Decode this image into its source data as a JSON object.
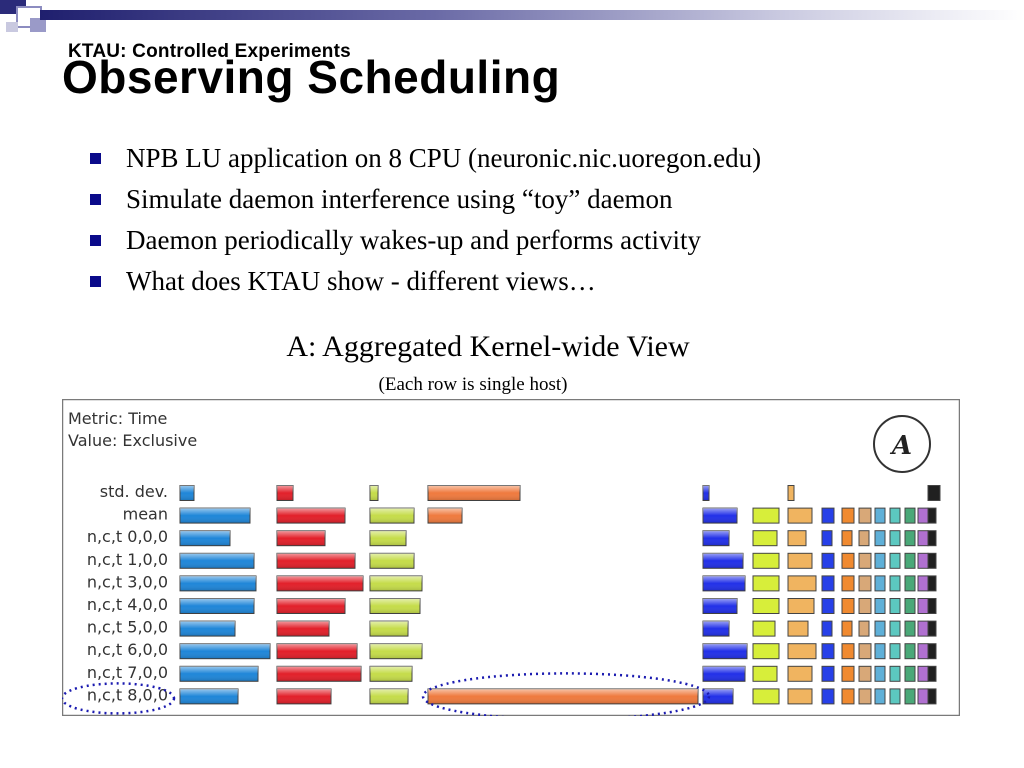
{
  "slide": {
    "subtitle": "KTAU: Controlled Experiments",
    "title": "Observing Scheduling",
    "bullets": [
      "NPB LU application on 8 CPU (neuronic.nic.uoregon.edu)",
      "Simulate daemon interference using “toy” daemon",
      "Daemon periodically wakes-up and performs activity",
      "What does KTAU show - different views…"
    ],
    "figure_title": "A: Aggregated Kernel-wide View",
    "figure_subtitle": "(Each row is single host)"
  },
  "profile": {
    "metric": "Metric: Time",
    "value": "Value: Exclusive",
    "badge": "A",
    "rows": [
      "std. dev.",
      "mean",
      "n,c,t 0,0,0",
      "n,c,t 1,0,0",
      "n,c,t 3,0,0",
      "n,c,t 4,0,0",
      "n,c,t 5,0,0",
      "n,c,t 6,0,0",
      "n,c,t 7,0,0",
      "n,c,t 8,0,0"
    ],
    "big_columns": [
      {
        "color": "#1f86d8",
        "values": [
          14,
          70,
          50,
          74,
          76,
          74,
          55,
          90,
          78,
          58
        ]
      },
      {
        "color": "#e2202a",
        "values": [
          16,
          68,
          48,
          78,
          86,
          68,
          52,
          80,
          84,
          54
        ]
      },
      {
        "color": "#c5dc4a",
        "values": [
          8,
          44,
          36,
          44,
          52,
          50,
          38,
          52,
          42,
          38
        ]
      },
      {
        "color": "#ef7a3e",
        "values": [
          92,
          34,
          0,
          0,
          0,
          0,
          0,
          0,
          0,
          270
        ]
      },
      {
        "color": "#2230e8",
        "values": [
          6,
          34,
          26,
          40,
          42,
          34,
          26,
          44,
          42,
          30
        ]
      }
    ],
    "small_columns": [
      {
        "color": "#d7ee3a",
        "values": [
          0,
          26,
          24,
          26,
          26,
          26,
          22,
          26,
          24,
          26
        ]
      },
      {
        "color": "#f0b460",
        "values": [
          6,
          24,
          18,
          24,
          28,
          26,
          20,
          28,
          24,
          24
        ]
      },
      {
        "color": "#2740e8",
        "values": [
          0,
          12,
          10,
          12,
          12,
          12,
          10,
          12,
          12,
          12
        ]
      },
      {
        "color": "#f08a30",
        "values": [
          0,
          12,
          10,
          12,
          12,
          12,
          10,
          12,
          12,
          12
        ]
      },
      {
        "color": "#d8a878",
        "values": [
          0,
          12,
          10,
          12,
          12,
          12,
          10,
          12,
          12,
          12
        ]
      },
      {
        "color": "#5fb0d8",
        "values": [
          0,
          10,
          10,
          10,
          10,
          10,
          10,
          10,
          10,
          10
        ]
      },
      {
        "color": "#5cc8c0",
        "values": [
          0,
          10,
          10,
          10,
          10,
          10,
          10,
          10,
          10,
          10
        ]
      },
      {
        "color": "#4aa878",
        "values": [
          0,
          10,
          10,
          10,
          10,
          10,
          10,
          10,
          10,
          10
        ]
      },
      {
        "color": "#b070d0",
        "values": [
          0,
          10,
          10,
          10,
          10,
          10,
          10,
          10,
          10,
          10
        ]
      },
      {
        "color": "#202020",
        "values": [
          12,
          8,
          8,
          8,
          8,
          8,
          8,
          8,
          8,
          8
        ]
      }
    ],
    "highlight_color": "#1b1bb0"
  }
}
